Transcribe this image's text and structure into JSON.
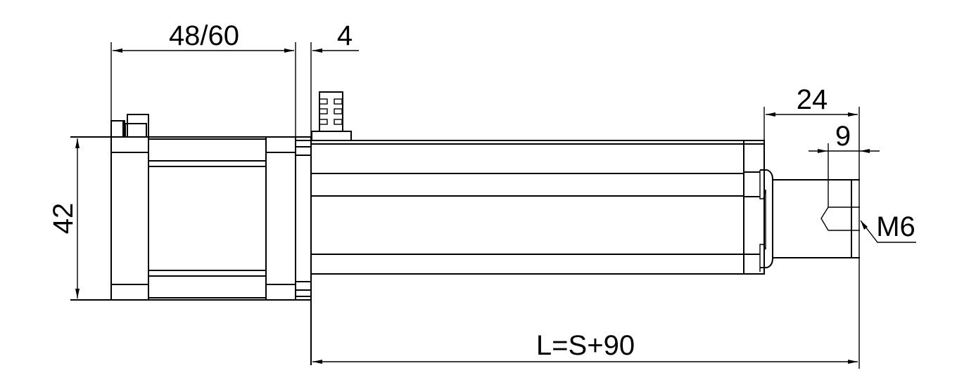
{
  "drawing": {
    "type": "linear actuator dimension drawing",
    "colors": {
      "line": "#000000",
      "background": "#ffffff"
    },
    "dimensions": {
      "motor_length": "48/60",
      "flange_thickness": "4",
      "motor_height": "42",
      "rod_end_length": "24",
      "thread_depth": "9",
      "thread": "M6",
      "total_length": "L=S+90"
    }
  }
}
